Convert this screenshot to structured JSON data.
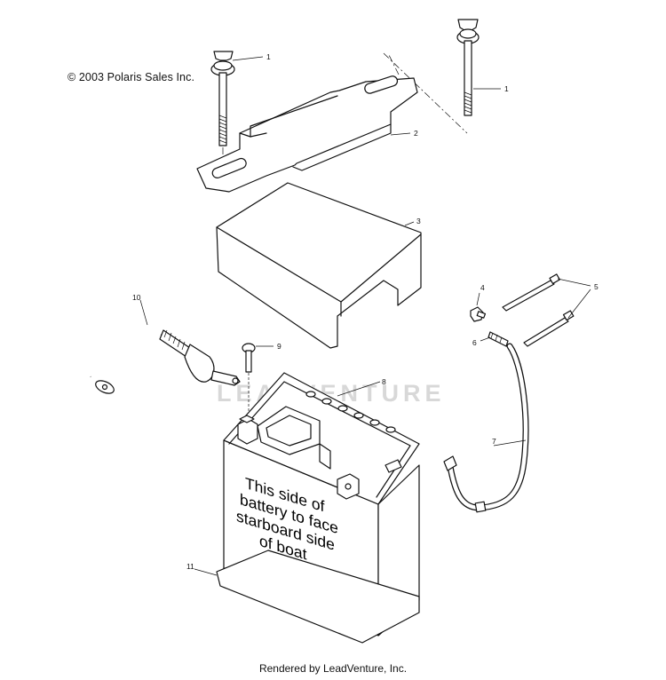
{
  "header": {
    "copyright": "© 2003 Polaris Sales Inc."
  },
  "footer": {
    "rendered_by": "Rendered by LeadVenture, Inc."
  },
  "watermark": {
    "text": "LEADVENTURE"
  },
  "battery_label": {
    "lines": [
      "This side of",
      "battery to face",
      "starboard side",
      "of boat"
    ]
  },
  "callouts": {
    "c1a": "1",
    "c1b": "1",
    "c2": "2",
    "c3": "3",
    "c4": "4",
    "c5": "5",
    "c6": "6",
    "c7": "7",
    "c8": "8",
    "c9": "9",
    "c10": "10",
    "c11": "11"
  }
}
